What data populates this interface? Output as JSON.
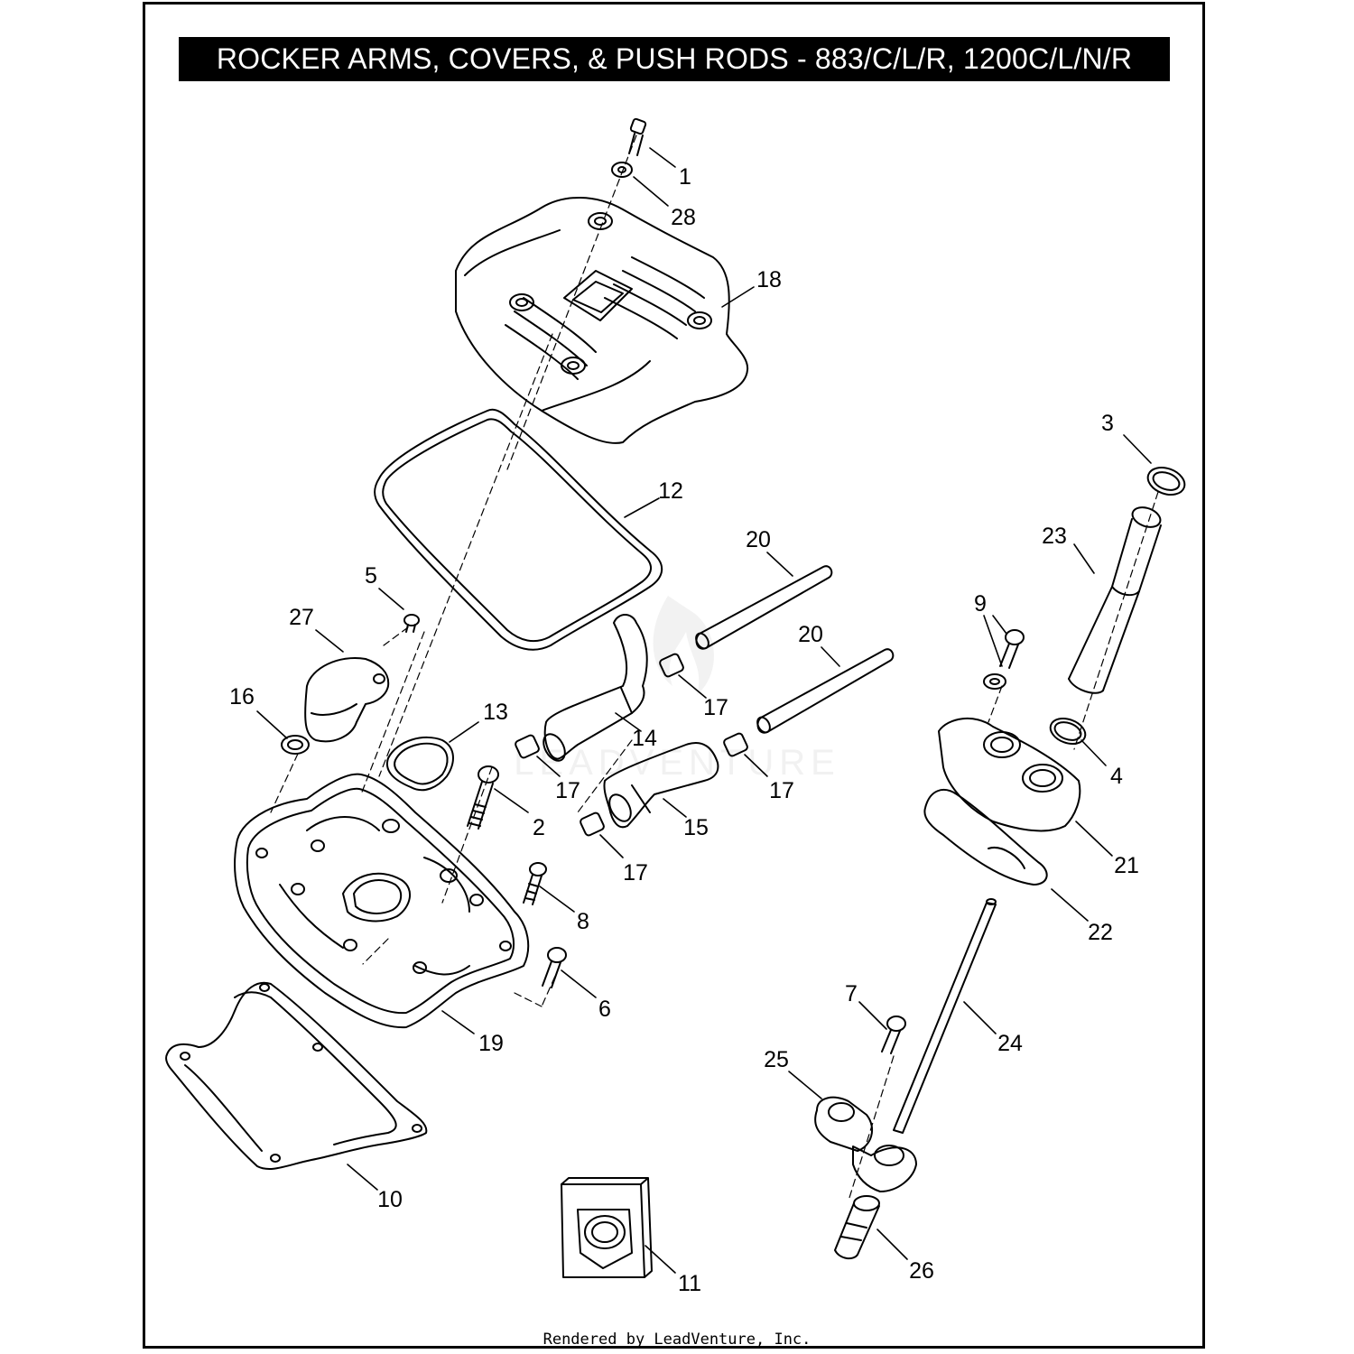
{
  "title": "ROCKER ARMS, COVERS, & PUSH RODS - 883/C/L/R, 1200C/L/N/R",
  "footer": "Rendered by LeadVenture, Inc.",
  "watermark": "LEADVENTURE",
  "callouts": {
    "c1": "1",
    "c28": "28",
    "c18": "18",
    "c3": "3",
    "c12": "12",
    "c23": "23",
    "c20a": "20",
    "c20b": "20",
    "c5": "5",
    "c27": "27",
    "c9": "9",
    "c16": "16",
    "c13": "13",
    "c17a": "17",
    "c14": "14",
    "c4": "4",
    "c17b": "17",
    "c17c": "17",
    "c2": "2",
    "c15": "15",
    "c21": "21",
    "c17d": "17",
    "c8": "8",
    "c22": "22",
    "c6": "6",
    "c7": "7",
    "c24": "24",
    "c19": "19",
    "c25": "25",
    "c10": "10",
    "c26": "26",
    "c11": "11"
  },
  "colors": {
    "line": "#000000",
    "background": "#ffffff",
    "watermark": "#e6e6e6"
  }
}
